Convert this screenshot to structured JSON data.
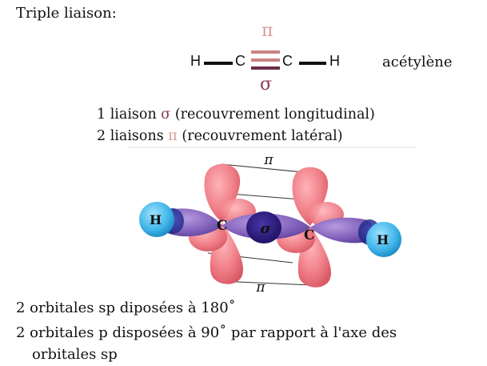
{
  "heading": "Triple liaison:",
  "formula": {
    "pi_symbol": "π",
    "sigma_symbol": "σ",
    "atom_h_left": "H",
    "atom_c_left": "C",
    "atom_c_right": "C",
    "atom_h_right": "H",
    "name": "acétylène"
  },
  "bond_lines": {
    "sigma": {
      "count": "1 liaison",
      "symbol": "σ",
      "text": "(recouvrement longitudinal)"
    },
    "pi": {
      "count": "2 liaisons",
      "symbol": "π",
      "text": "(recouvrement latéral)"
    }
  },
  "figure": {
    "pi_top": "π",
    "pi_bottom": "π",
    "sigma": "σ",
    "atom_h_left": "H",
    "atom_c_left": "C",
    "atom_c_right": "C",
    "atom_h_right": "H"
  },
  "notes": {
    "line1": "2 orbitales sp diposées à 180˚",
    "line2": "2 orbitales p disposées à 90˚  par rapport à l'axe des",
    "line3": "orbitales sp"
  },
  "colors": {
    "sigma": "#8b3a55",
    "pi": "#d99a98",
    "pi_lobe": "#f08080",
    "sp_lobe": "#7a5bb5",
    "hydrogen": "#3fb4e8"
  }
}
